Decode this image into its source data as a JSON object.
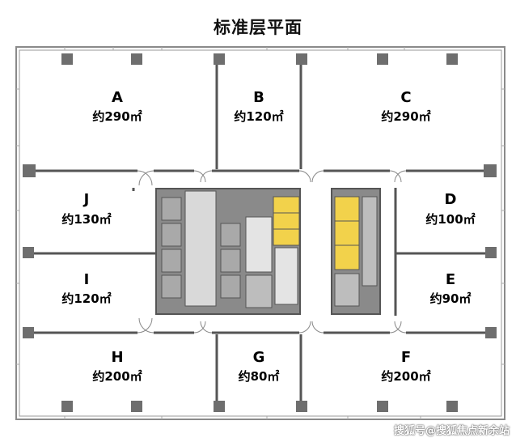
{
  "title": "标准层平面",
  "units": [
    {
      "id": "A",
      "area": "约290㎡"
    },
    {
      "id": "B",
      "area": "约120㎡"
    },
    {
      "id": "C",
      "area": "约290㎡"
    },
    {
      "id": "J",
      "area": "约130㎡"
    },
    {
      "id": "D",
      "area": "约100㎡"
    },
    {
      "id": "I",
      "area": "约120㎡"
    },
    {
      "id": "E",
      "area": "约90㎡"
    },
    {
      "id": "H",
      "area": "约200㎡"
    },
    {
      "id": "G",
      "area": "约80㎡"
    },
    {
      "id": "F",
      "area": "约200㎡"
    }
  ],
  "watermark": "搜狐号@搜狐焦点新余站",
  "colors": {
    "wall": "#555555",
    "core": "#8a8a8a",
    "elevator_highlight": "#f2d24b",
    "column": "#6e6e6e",
    "window": "#9a9a9a"
  }
}
